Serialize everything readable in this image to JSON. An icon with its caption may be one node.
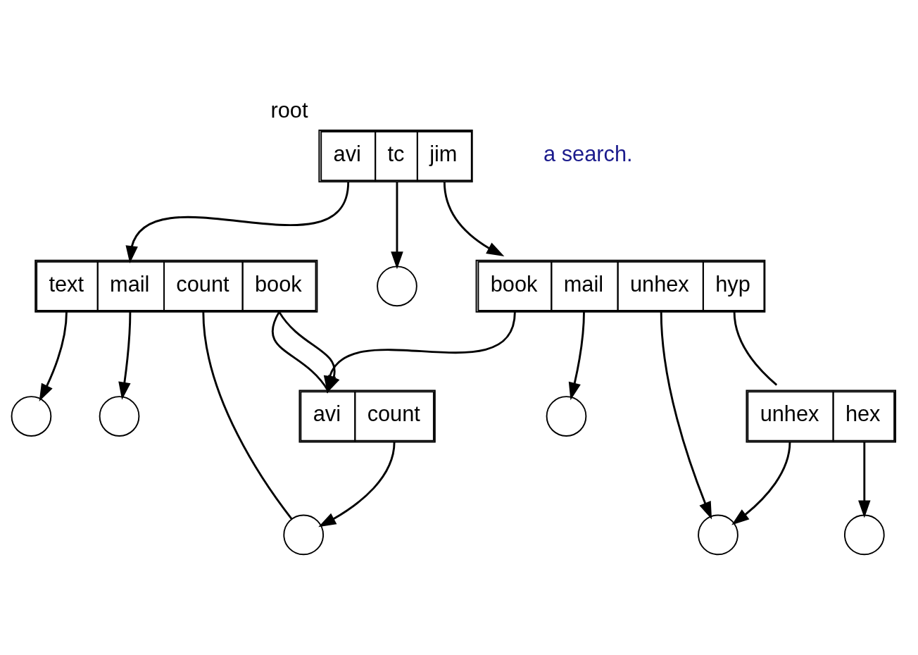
{
  "diagram": {
    "nodes": [
      {
        "text": [
          "avi",
          "tc",
          "jim"
        ],
        "beside": [
          "root"
        ]
      },
      {
        "text": [],
        "shape": "circle"
      },
      {
        "text": [
          "text",
          "mail",
          "count",
          "book"
        ]
      },
      {
        "text": [
          "book",
          "mail",
          "unhex",
          "hyp"
        ]
      },
      {
        "text": [],
        "shape": "circle"
      },
      {
        "text": [],
        "shape": "circle"
      },
      {
        "text": [],
        "shape": "circle"
      },
      {
        "text": [
          "avi",
          "count"
        ]
      },
      {
        "text": [
          "unhex",
          "hex"
        ]
      },
      {
        "text": [],
        "shape": "circle"
      },
      {
        "text": [],
        "shape": "circle"
      },
      {
        "text": [],
        "shape": "circle"
      }
    ],
    "edges": [
      {
        "from": 0,
        "to": 2,
        "arrow": "to"
      },
      {
        "from": 0,
        "to": 1,
        "arrow": "to"
      },
      {
        "from": 0,
        "to": 3,
        "arrow": "to"
      },
      {
        "from": 2,
        "to": 4,
        "arrow": "to"
      },
      {
        "from": 2,
        "to": 5,
        "arrow": "to"
      },
      {
        "from": 2,
        "to": 9,
        "arrow": "none"
      },
      {
        "from": 2,
        "to": 7,
        "arrow": "none"
      },
      {
        "from": 2,
        "to": 7,
        "arrow": "to"
      },
      {
        "from": 3,
        "to": 7,
        "arrow": "to"
      },
      {
        "from": 3,
        "to": 6,
        "arrow": "to"
      },
      {
        "from": 3,
        "to": 10,
        "arrow": "to"
      },
      {
        "from": 3,
        "to": 8,
        "arrow": "none"
      },
      {
        "from": 7,
        "to": 9,
        "arrow": "to"
      },
      {
        "from": 8,
        "to": 10,
        "arrow": "to"
      },
      {
        "from": 8,
        "to": 11,
        "arrow": "to"
      }
    ],
    "labels": [
      "a search."
    ]
  }
}
